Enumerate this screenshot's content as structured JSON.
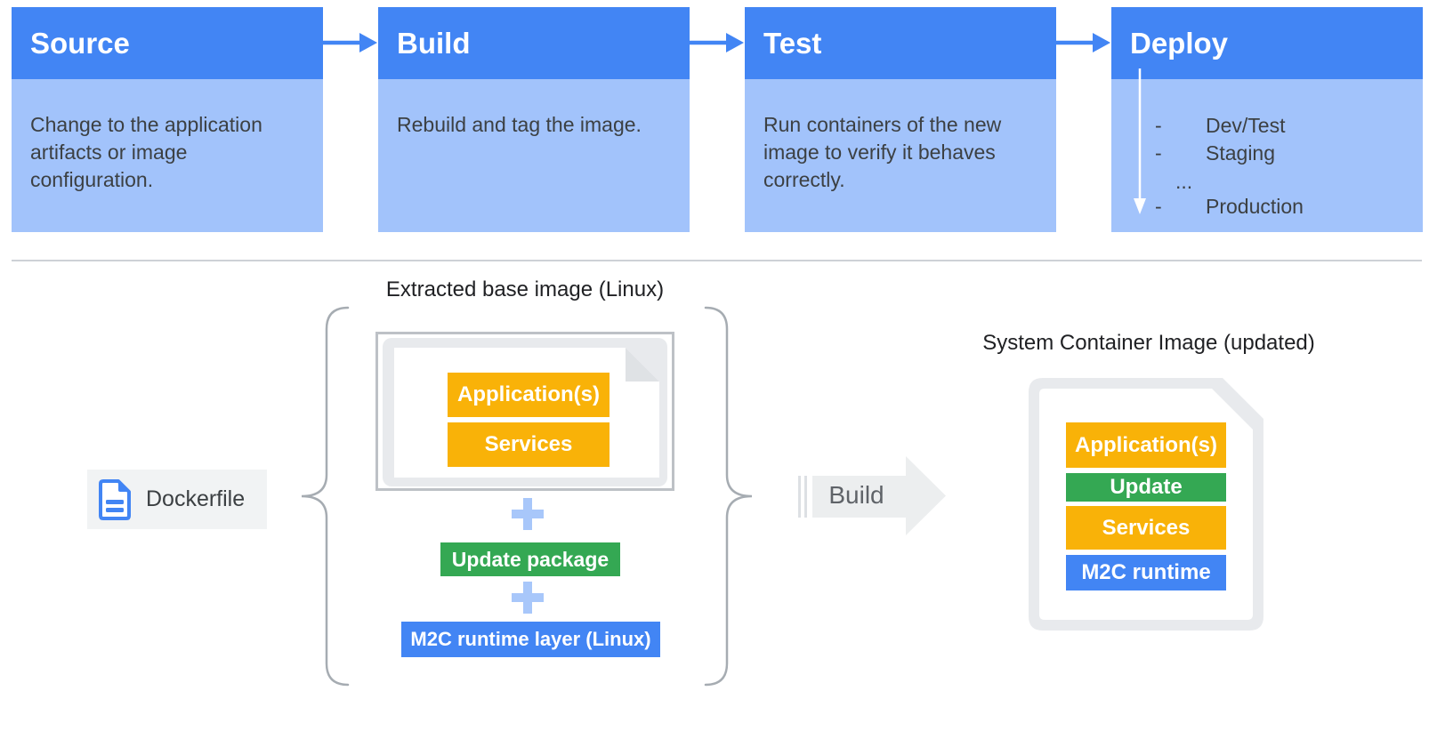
{
  "pipeline": {
    "steps": [
      {
        "title": "Source",
        "description": "Change to the application artifacts or image configuration."
      },
      {
        "title": "Build",
        "description": "Rebuild and tag the image."
      },
      {
        "title": "Test",
        "description": "Run containers of the new image to verify it behaves correctly."
      },
      {
        "title": "Deploy"
      }
    ],
    "deploy_targets": [
      {
        "bullet": "-",
        "label": "Dev/Test"
      },
      {
        "bullet": "-",
        "label": "Staging"
      },
      {
        "bullet": "...",
        "label": ""
      },
      {
        "bullet": "-",
        "label": "Production"
      }
    ]
  },
  "build_flow": {
    "dockerfile_label": "Dockerfile",
    "base_image_title": "Extracted base image (Linux)",
    "base_image_layers": [
      "Application(s)",
      "Services"
    ],
    "update_package_label": "Update package",
    "runtime_layer_label": "M2C runtime layer (Linux)",
    "build_label": "Build",
    "result_title": "System Container Image (updated)",
    "result_layers": [
      "Application(s)",
      "Update",
      "Services",
      "M2C runtime"
    ]
  },
  "icons": {
    "plus": "+",
    "stage_arrow": "right-arrow",
    "deploy_sequence_arrow": "down-arrow",
    "dockerfile": "document"
  },
  "colors": {
    "stage_header_blue": "#4285F4",
    "stage_body_blue": "#A2C3FB",
    "layer_yellow": "#F9B208",
    "layer_green": "#34A853",
    "layer_blue": "#4285F4",
    "plus_blue": "#A8C7FA",
    "text_dark": "#3C4043",
    "build_text_gray": "#5F6368"
  }
}
